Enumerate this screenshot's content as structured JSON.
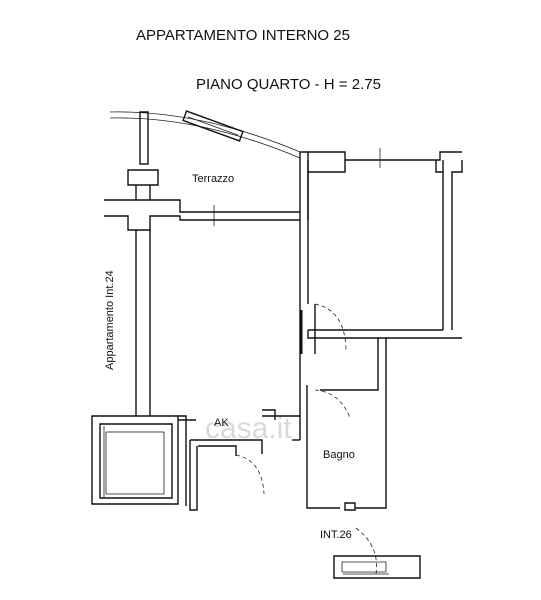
{
  "title": "APPARTAMENTO INTERNO 25",
  "subtitle": "PIANO QUARTO - H = 2.75",
  "rooms": {
    "terrazzo": "Terrazzo",
    "bagno": "Bagno",
    "ak": "AK",
    "adjacent_apartment": "Appartamento Int.24",
    "int26": "INT.26"
  },
  "watermark": "casa.it"
}
